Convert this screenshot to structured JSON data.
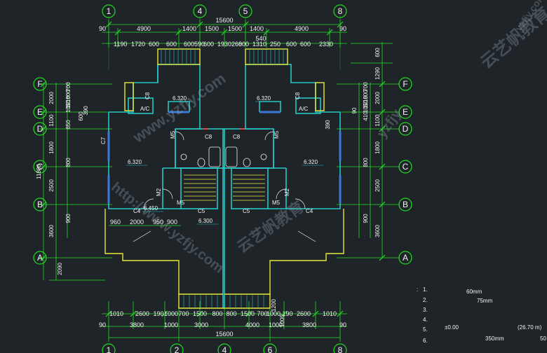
{
  "drawing": {
    "colors": {
      "background": "#1f2429",
      "dim_line": "#22dd22",
      "wall": "#27c6c6",
      "wall_blue": "#3b7bd6",
      "balcony": "#e8e838",
      "axis_circle": "#22dd22",
      "text": "#f2f2f2",
      "window": "#ff4040"
    },
    "top_axes": [
      "1",
      "4",
      "5",
      "8"
    ],
    "bottom_axes": [
      "1",
      "2",
      "4",
      "6",
      "8"
    ],
    "left_axes": [
      "F",
      "E",
      "D",
      "C",
      "B",
      "A"
    ],
    "right_axes": [
      "F",
      "E",
      "D",
      "C",
      "B",
      "A"
    ],
    "top_dims": {
      "total": "15600",
      "row1": [
        "90",
        "4900",
        "1400",
        "1500",
        "1500",
        "1400",
        "4900",
        "90"
      ],
      "row2_left": [
        "1190",
        "1720",
        "600",
        "600",
        "600590",
        "600",
        "1930",
        "260",
        "310"
      ],
      "row2_mid": "540",
      "row2_right": [
        "600",
        "1310",
        "250",
        "600",
        "600",
        "2330"
      ]
    },
    "bottom_dims": {
      "total": "15600",
      "row1": [
        "1010",
        "2600",
        "190",
        "1000",
        "700",
        "1500",
        "800",
        "800",
        "1500",
        "700",
        "1000",
        "190",
        "2600",
        "1010"
      ],
      "row2": [
        "90",
        "3800",
        "1000",
        "3000",
        "4000",
        "1000",
        "3800",
        "90"
      ],
      "mid": "1200",
      "mid2": "1000"
    },
    "left_dims": {
      "total": "11800",
      "outer": [
        "2000",
        "1100",
        "1800",
        "2500",
        "3600",
        "2090"
      ],
      "inner": [
        "700",
        "800",
        "1010",
        "390",
        "800",
        "900"
      ],
      "small": [
        "1050",
        "600",
        "650"
      ]
    },
    "right_dims": {
      "outer": [
        "600",
        "1290",
        "2000",
        "1100",
        "1800",
        "2500",
        "3600"
      ],
      "inner": [
        "700",
        "800",
        "1010",
        "90",
        "800",
        "900"
      ],
      "small": [
        "1050",
        "410",
        "390"
      ]
    },
    "interior_dims": [
      "960",
      "2000",
      "950",
      "900"
    ],
    "rooms": [
      "C8",
      "C8",
      "C8",
      "C8",
      "C7",
      "C4",
      "C5",
      "C5",
      "C4",
      "M5",
      "M5",
      "M2",
      "M2",
      "M5",
      "M5",
      "A/C",
      "A/C"
    ],
    "elevations": [
      "6.320",
      "6.320",
      "6.320",
      "6.320",
      "6.450",
      "6.300"
    ],
    "watermarks": [
      "云艺帆教育",
      "www.yzfjy.com",
      "http://www.yzfjy.com",
      "yzfjy.com",
      "云艺帆教育",
      "yzfjy"
    ],
    "notes": {
      "numbers": [
        "1.",
        "2.",
        "3.",
        "4.",
        "5.",
        "6."
      ],
      "values": [
        "60mm",
        "75mm",
        "±0.00",
        "(26.70 m)",
        "350mm",
        "50"
      ],
      "colon": ":"
    }
  }
}
